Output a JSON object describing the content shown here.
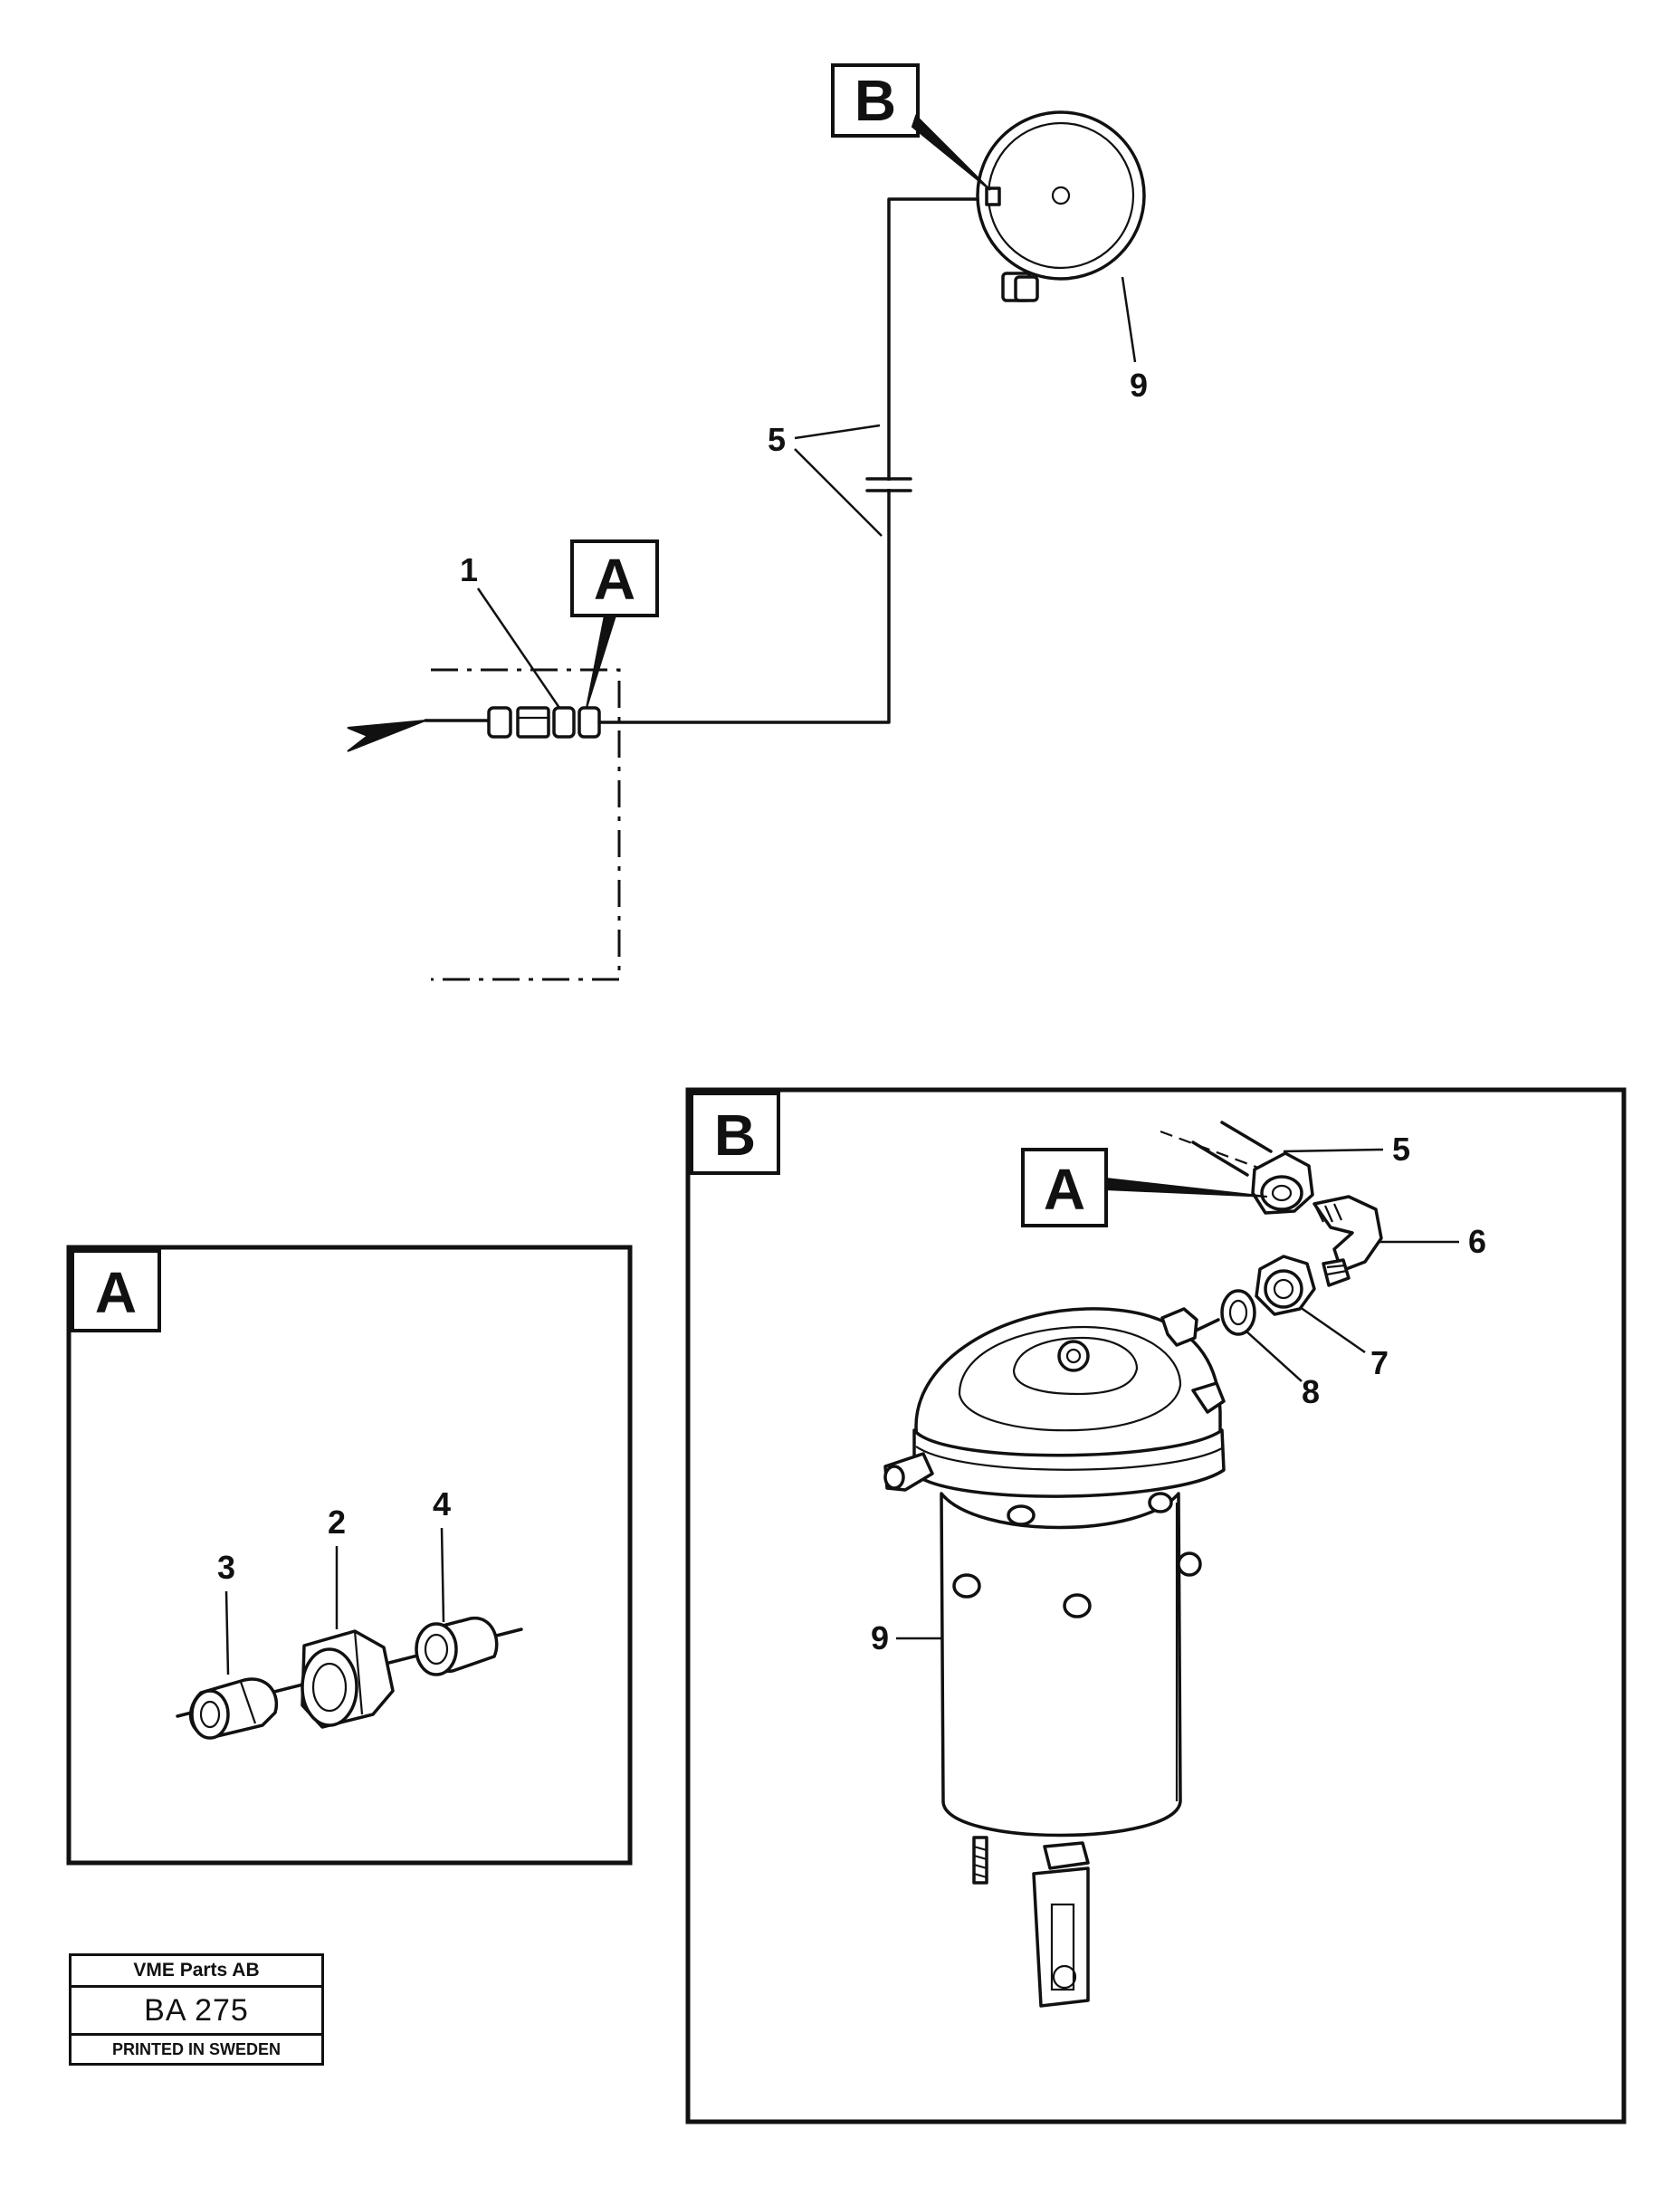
{
  "labels": {
    "box_a": "A",
    "box_b": "B"
  },
  "callouts": {
    "c1": "1",
    "c2": "2",
    "c3": "3",
    "c4": "4",
    "c5_top": "5",
    "c5_detail": "5",
    "c6": "6",
    "c7": "7",
    "c8": "8",
    "c9_top": "9",
    "c9_detail": "9"
  },
  "stamp": {
    "company": "VME Parts AB",
    "code": "BA 275",
    "printed": "PRINTED IN SWEDEN"
  }
}
